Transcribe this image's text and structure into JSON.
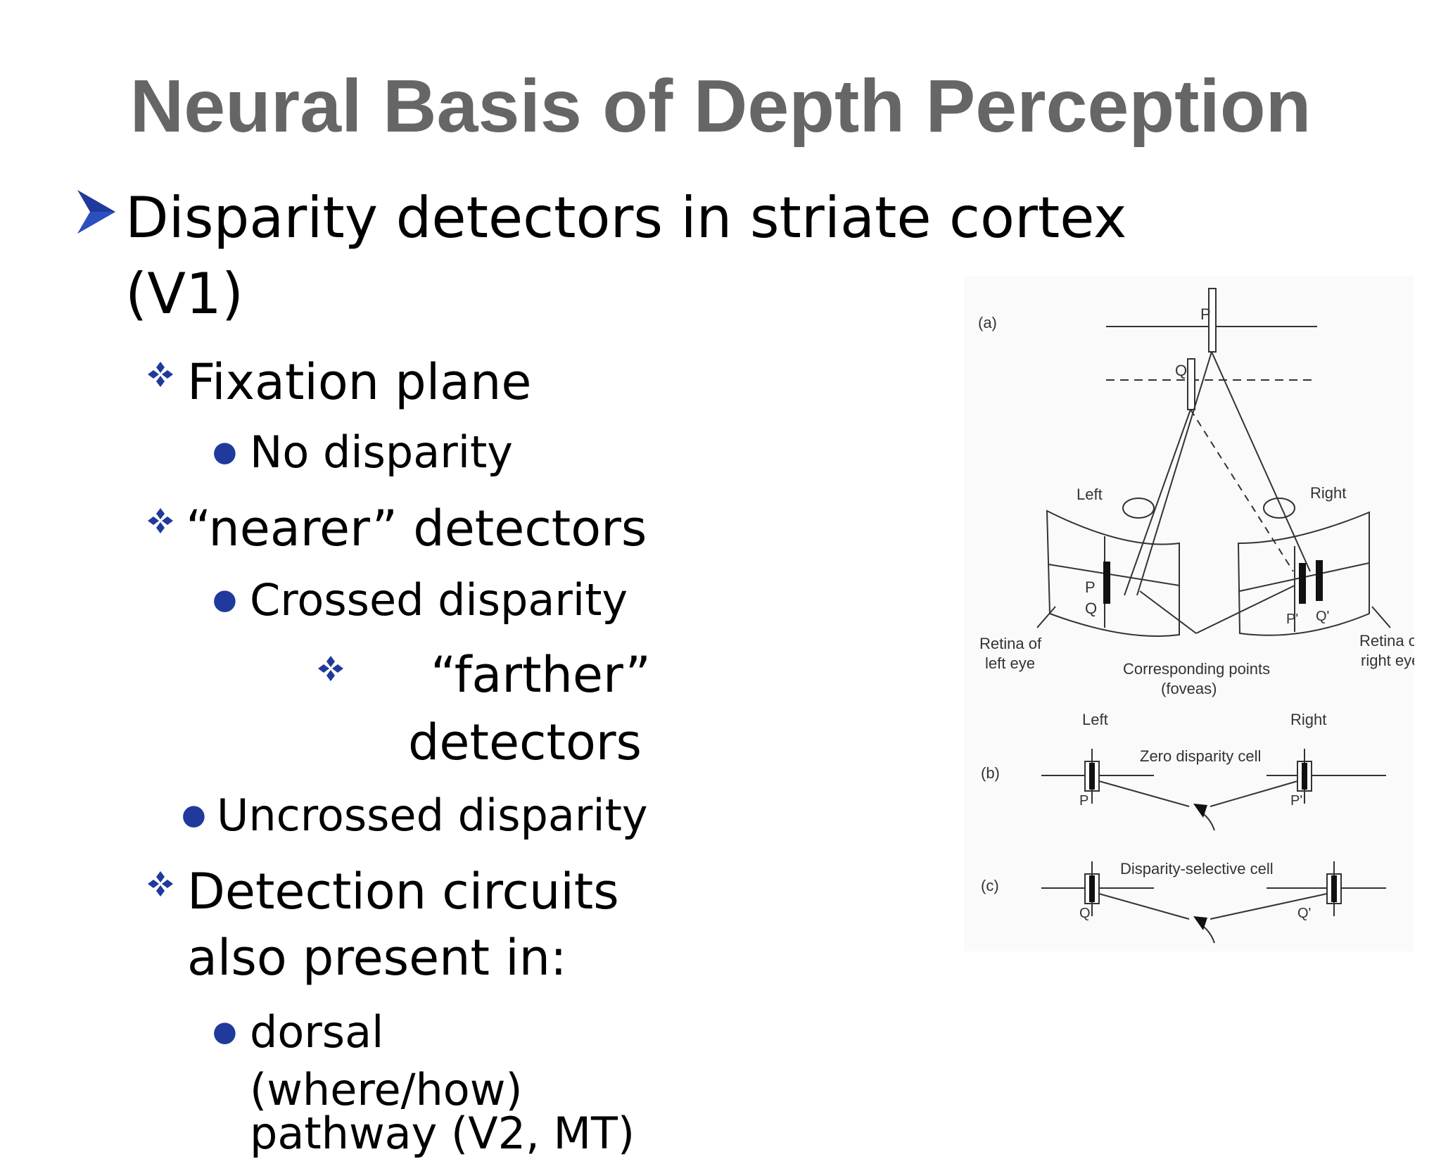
{
  "slide": {
    "title": "Neural Basis of Depth Perception",
    "bullets": {
      "l1_line1": "Disparity detectors in striate cortex",
      "l1_line2": "(V1)",
      "fixation": "Fixation plane",
      "no_disparity": "No disparity",
      "nearer": "“nearer” detectors",
      "crossed": "Crossed disparity",
      "farther_line1": "“farther”",
      "farther_line2": "detectors",
      "uncrossed": "Uncrossed disparity",
      "circuits_line1": "Detection circuits",
      "circuits_line2": "also present in:",
      "dorsal_line1": "dorsal",
      "dorsal_line2": "(where/how)",
      "partial": "pathway (V2, MT)"
    },
    "colors": {
      "bullet_blue": "#1f3a9c",
      "title_gray": "#666666"
    }
  },
  "figure": {
    "panel_a": "(a)",
    "panel_b": "(b)",
    "panel_c": "(c)",
    "P": "P",
    "Q": "Q",
    "P_prime": "P'",
    "Q_prime": "Q'",
    "left": "Left",
    "right": "Right",
    "retina_left_1": "Retina of",
    "retina_left_2": "left eye",
    "retina_right_1": "Retina of",
    "retina_right_2": "right eye",
    "corresponding_1": "Corresponding points",
    "corresponding_2": "(foveas)",
    "zero_cell": "Zero disparity cell",
    "selective_cell": "Disparity-selective cell"
  }
}
